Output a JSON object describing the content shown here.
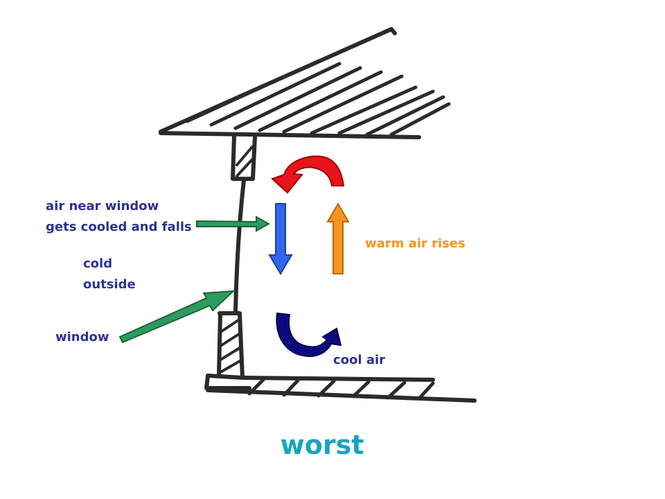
{
  "labels": {
    "air_near_window": [
      "air near window",
      "gets cooled and falls"
    ],
    "cold_outside": [
      "cold",
      "outside"
    ],
    "window": "window",
    "warm_air_rises": "warm air rises",
    "cool_air": "cool air"
  },
  "title": "worst",
  "colors": {
    "sketch": "#2b2b2b",
    "label_blue": "#2e3192",
    "label_orange": "#f7941d",
    "title": "#1aa3c4",
    "arrow_red": "#e8141b",
    "arrow_blue": "#3366ee",
    "arrow_orange": "#f7941d",
    "arrow_navy": "#0a0a80",
    "arrow_green": "#2e9a5e"
  }
}
